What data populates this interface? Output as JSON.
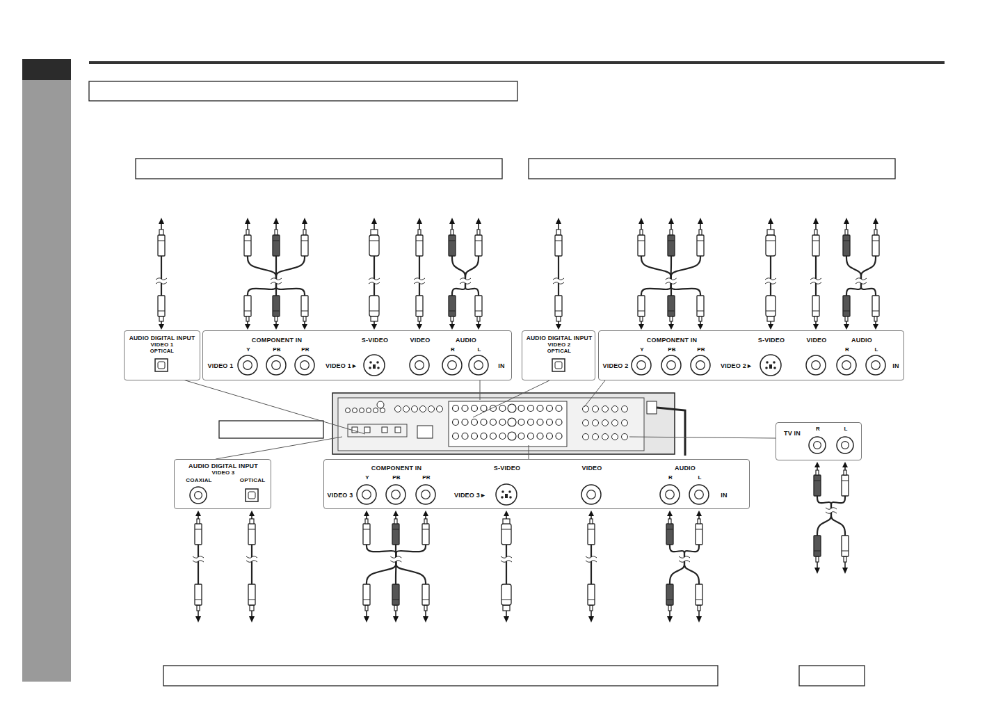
{
  "diagram": {
    "nodes": [
      {
        "text": [
          "AUDIO DIGITAL INPUT",
          "VIDEO 1",
          "OPTICAL"
        ]
      },
      {
        "text": [
          "COMPONENT IN",
          "VIDEO 1",
          "Y",
          "PB",
          "PR",
          "S-VIDEO",
          "VIDEO 1►",
          "VIDEO",
          "AUDIO",
          "R",
          "L",
          "IN"
        ]
      },
      {
        "text": [
          "AUDIO DIGITAL INPUT",
          "VIDEO 2",
          "OPTICAL"
        ]
      },
      {
        "text": [
          "COMPONENT IN",
          "VIDEO 2",
          "Y",
          "PB",
          "PR",
          "S-VIDEO",
          "VIDEO 2►",
          "VIDEO",
          "AUDIO",
          "R",
          "L",
          "IN"
        ]
      },
      {
        "text": [
          "AUDIO DIGITAL INPUT",
          "VIDEO 3",
          "COAXIAL",
          "OPTICAL"
        ]
      },
      {
        "text": [
          "COMPONENT IN",
          "VIDEO 3",
          "Y",
          "PB",
          "PR",
          "S-VIDEO",
          "VIDEO 3►",
          "VIDEO",
          "AUDIO",
          "R",
          "L",
          "IN"
        ]
      },
      {
        "text": [
          "TV IN",
          "R",
          "L"
        ]
      }
    ]
  }
}
